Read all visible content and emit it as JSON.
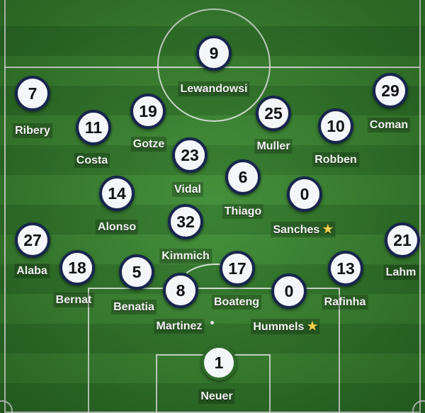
{
  "players": [
    {
      "id": "lewandowski",
      "number": "9",
      "name": "Lewandowsi",
      "star": ""
    },
    {
      "id": "ribery",
      "number": "7",
      "name": "Ribery",
      "star": ""
    },
    {
      "id": "coman",
      "number": "29",
      "name": "Coman",
      "star": ""
    },
    {
      "id": "costa",
      "number": "11",
      "name": "Costa",
      "star": ""
    },
    {
      "id": "gotze",
      "number": "19",
      "name": "Gotze",
      "star": ""
    },
    {
      "id": "muller",
      "number": "25",
      "name": "Muller",
      "star": ""
    },
    {
      "id": "robben",
      "number": "10",
      "name": "Robben",
      "star": ""
    },
    {
      "id": "vidal",
      "number": "23",
      "name": "Vidal",
      "star": ""
    },
    {
      "id": "thiago",
      "number": "6",
      "name": "Thiago",
      "star": ""
    },
    {
      "id": "alonso",
      "number": "14",
      "name": "Alonso",
      "star": ""
    },
    {
      "id": "sanches",
      "number": "0",
      "name": "Sanches",
      "star": "★"
    },
    {
      "id": "kimmich",
      "number": "32",
      "name": "Kimmich",
      "star": ""
    },
    {
      "id": "alaba",
      "number": "27",
      "name": "Alaba",
      "star": ""
    },
    {
      "id": "lahm",
      "number": "21",
      "name": "Lahm",
      "star": ""
    },
    {
      "id": "bernat",
      "number": "18",
      "name": "Bernat",
      "star": ""
    },
    {
      "id": "benatia",
      "number": "5",
      "name": "Benatia",
      "star": ""
    },
    {
      "id": "boateng",
      "number": "17",
      "name": "Boateng",
      "star": ""
    },
    {
      "id": "rafinha",
      "number": "13",
      "name": "Rafinha",
      "star": ""
    },
    {
      "id": "martinez",
      "number": "8",
      "name": "Martinez",
      "star": ""
    },
    {
      "id": "hummels",
      "number": "0",
      "name": "Hummels",
      "star": "★"
    },
    {
      "id": "neuer",
      "number": "1",
      "name": "Neuer",
      "star": ""
    }
  ],
  "colors": {
    "disc_border": "#17264d",
    "goalkeeper_border": "#2e6b2a",
    "star": "#f2d04b"
  }
}
